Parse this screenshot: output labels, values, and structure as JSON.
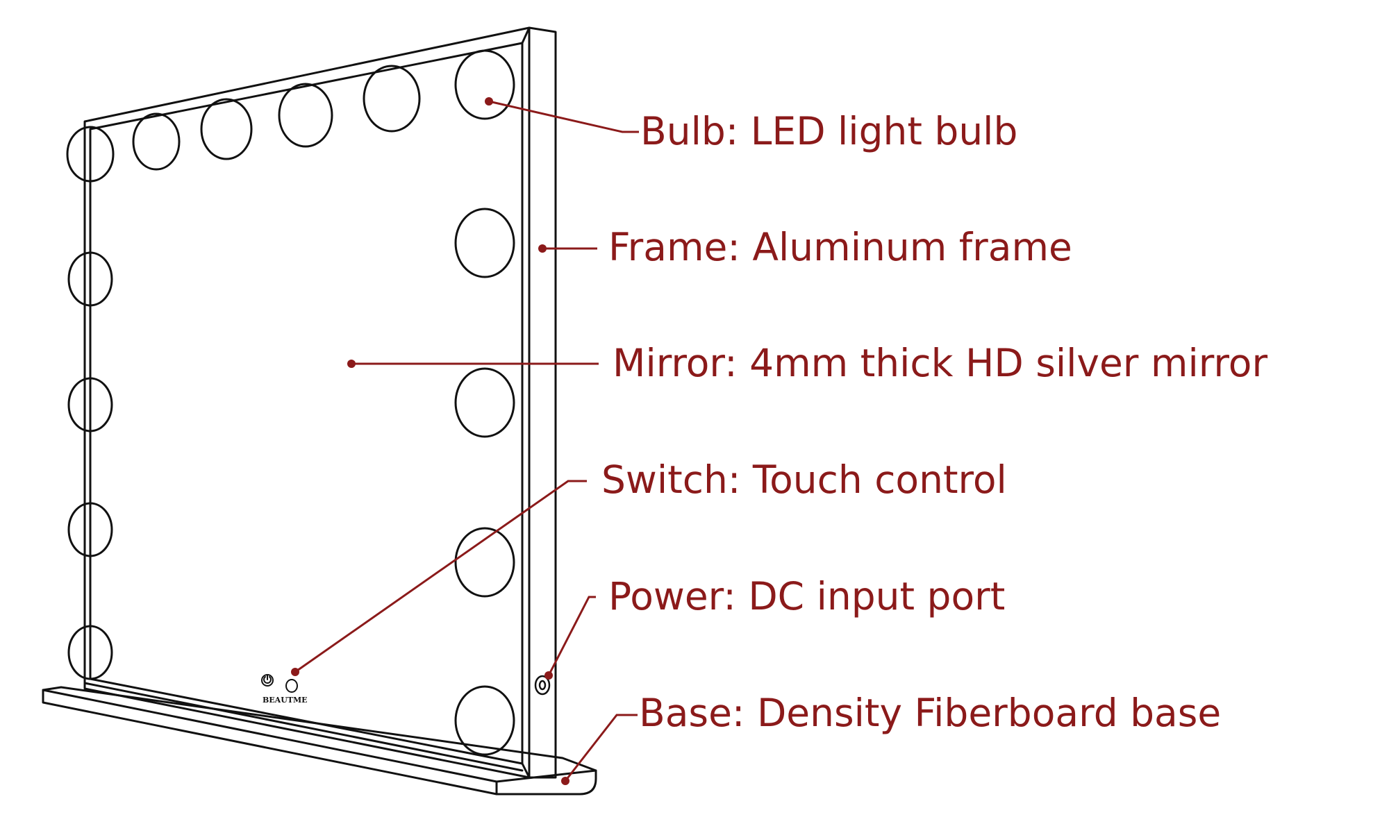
{
  "colors": {
    "label": "#8b1a1a",
    "outline": "#111111",
    "background": "#ffffff"
  },
  "brand_text": "BEAUTME",
  "icons": {
    "power_switch": "power-symbol-icon",
    "touch_button": "touch-circle-icon",
    "dc_port": "dc-port-icon"
  },
  "labels": [
    {
      "id": "bulb",
      "text": "Bulb: LED light bulb"
    },
    {
      "id": "frame",
      "text": "Frame: Aluminum frame"
    },
    {
      "id": "mirror",
      "text": "Mirror: 4mm thick HD silver mirror"
    },
    {
      "id": "switch",
      "text": "Switch: Touch control"
    },
    {
      "id": "power",
      "text": "Power: DC input port"
    },
    {
      "id": "base",
      "text": "Base: Density Fiberboard base"
    }
  ]
}
